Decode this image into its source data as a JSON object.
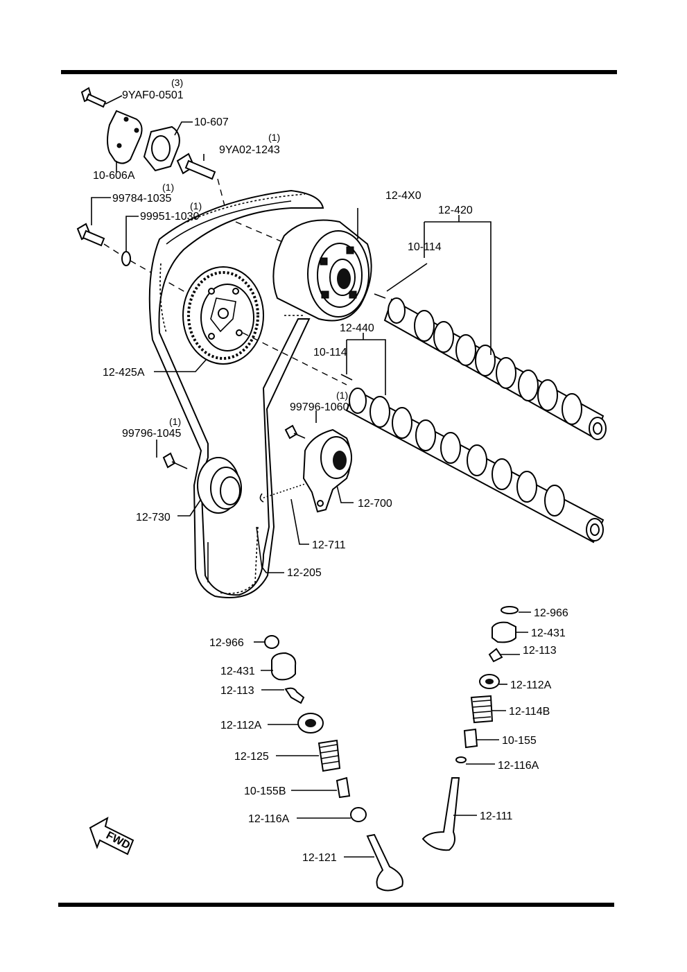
{
  "labels": {
    "bolt_cover": "9YAF0-0501",
    "bolt_cover_qty": "(3)",
    "cover_plate": "10-606A",
    "gasket": "10-607",
    "stud_bolt": "9YA02-1243",
    "stud_bolt_qty": "(1)",
    "bolt_pulley": "99784-1035",
    "bolt_pulley_qty": "(1)",
    "washer": "99951-1030",
    "washer_qty": "(1)",
    "actuator": "12-4X0",
    "exhaust_cam": "12-420",
    "pin_upper": "10-114",
    "intake_cam": "12-440",
    "pin_lower": "10-114",
    "cam_pulley": "12-425A",
    "bolt_tensioner": "99796-1060",
    "bolt_tensioner_qty": "(1)",
    "bolt_idler": "99796-1045",
    "bolt_idler_qty": "(1)",
    "idler": "12-730",
    "tensioner": "12-700",
    "spring": "12-711",
    "belt": "12-205",
    "l_tappet_shim": "12-966",
    "l_tappet": "12-431",
    "l_keeper": "12-113",
    "l_retainer": "12-112A",
    "l_spring": "12-125",
    "l_seal": "10-155B",
    "l_seat": "12-116A",
    "l_valve": "12-121",
    "r_tappet_shim": "12-966",
    "r_tappet": "12-431",
    "r_keeper": "12-113",
    "r_retainer": "12-112A",
    "r_spring": "12-114B",
    "r_seal": "10-155",
    "r_seat": "12-116A",
    "r_valve": "12-111",
    "fwd": "FWD"
  },
  "colors": {
    "ink": "#000000",
    "paper": "#ffffff"
  }
}
